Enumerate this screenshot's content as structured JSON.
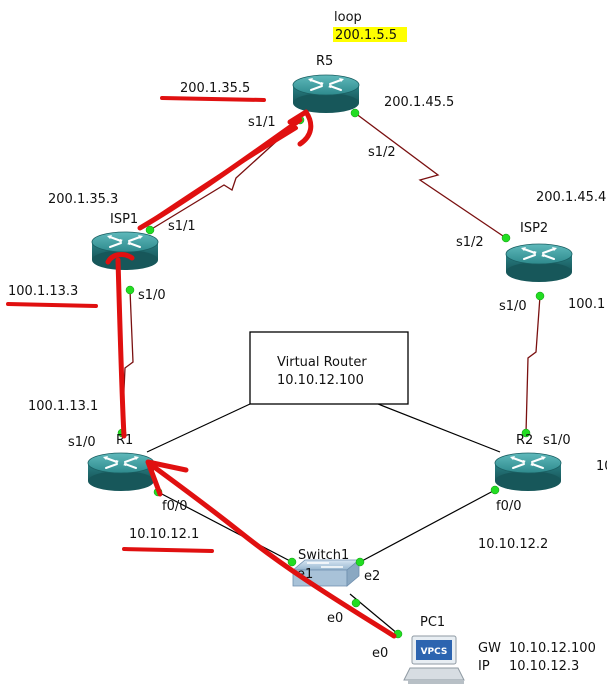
{
  "devices": {
    "r5": "R5",
    "isp1": "ISP1",
    "isp2": "ISP2",
    "r1": "R1",
    "r2": "R2",
    "switch1": "Switch1",
    "pc1": "PC1",
    "pc_badge": "VPCS"
  },
  "loop": {
    "label": "loop",
    "ip": "200.1.5.5",
    "highlight_color": "#ffff00"
  },
  "ips": {
    "r5_isp1": "200.1.35.5",
    "r5_isp2": "200.1.45.5",
    "isp1_r5": "200.1.35.3",
    "isp2_r5": "200.1.45.4",
    "isp1_r1": "100.1.13.3",
    "r1_isp1": "100.1.13.1",
    "isp2_r2": "100.1",
    "r2_right": "10",
    "r1_lan": "10.10.12.1",
    "r2_lan": "10.10.12.2"
  },
  "ports": {
    "r5_s11": "s1/1",
    "r5_s12": "s1/2",
    "isp1_s11": "s1/1",
    "isp1_s10": "s1/0",
    "isp2_s12": "s1/2",
    "isp2_s10": "s1/0",
    "r1_s10": "s1/0",
    "r1_f00": "f0/0",
    "r2_s10": "s1/0",
    "r2_f00": "f0/0",
    "sw_e1": "e1",
    "sw_e2": "e2",
    "sw_e0": "e0",
    "pc_e0": "e0"
  },
  "virtual_router": {
    "line1": "Virtual Router",
    "line2": "10.10.12.100"
  },
  "pc_info": {
    "gw_label": "GW",
    "gw_value": "10.10.12.100",
    "ip_label": "IP",
    "ip_value": "10.10.12.3"
  },
  "colors": {
    "router_top": "#3a9a9c",
    "router_body": "#1f6f73",
    "link_serial": "#7a1010",
    "link_ethernet": "#000000",
    "port_dot": "#22dd22",
    "annotation": "#e01010"
  }
}
